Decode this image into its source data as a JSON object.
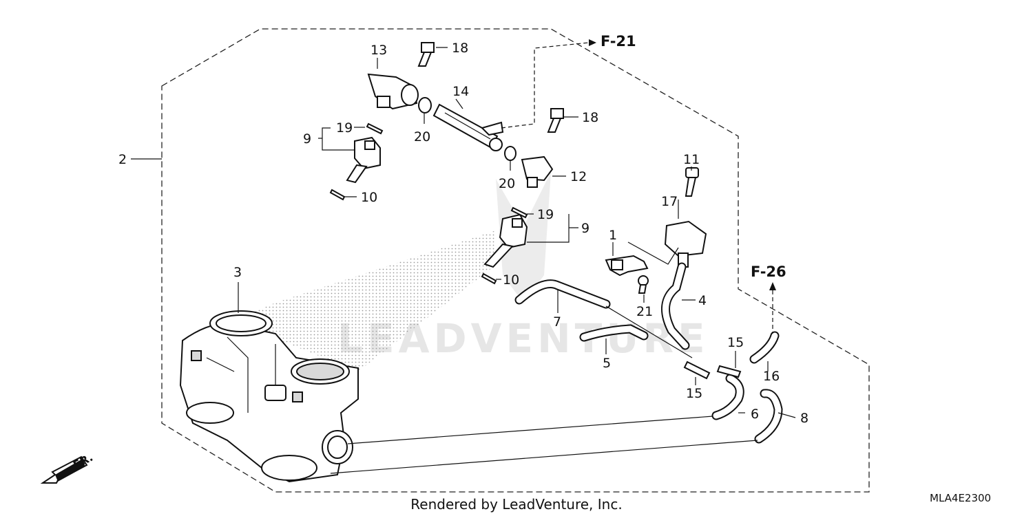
{
  "diagram": {
    "callouts": [
      {
        "id": "c13",
        "label": "13"
      },
      {
        "id": "c18a",
        "label": "18"
      },
      {
        "id": "c14",
        "label": "14"
      },
      {
        "id": "c18b",
        "label": "18"
      },
      {
        "id": "c19a",
        "label": "19"
      },
      {
        "id": "c9a",
        "label": "9"
      },
      {
        "id": "c20a",
        "label": "20"
      },
      {
        "id": "c2",
        "label": "2"
      },
      {
        "id": "c12",
        "label": "12"
      },
      {
        "id": "c20b",
        "label": "20"
      },
      {
        "id": "c10a",
        "label": "10"
      },
      {
        "id": "c11",
        "label": "11"
      },
      {
        "id": "c17",
        "label": "17"
      },
      {
        "id": "c19b",
        "label": "19"
      },
      {
        "id": "c9b",
        "label": "9"
      },
      {
        "id": "c1",
        "label": "1"
      },
      {
        "id": "c3",
        "label": "3"
      },
      {
        "id": "c10b",
        "label": "10"
      },
      {
        "id": "c21",
        "label": "21"
      },
      {
        "id": "c4",
        "label": "4"
      },
      {
        "id": "c7",
        "label": "7"
      },
      {
        "id": "c15a",
        "label": "15"
      },
      {
        "id": "c5",
        "label": "5"
      },
      {
        "id": "c16",
        "label": "16"
      },
      {
        "id": "c15b",
        "label": "15"
      },
      {
        "id": "c6",
        "label": "6"
      },
      {
        "id": "c8",
        "label": "8"
      }
    ],
    "references": {
      "f21": "F-21",
      "f26": "F-26"
    },
    "direction_label": "FR.",
    "footer": "Rendered by LeadVenture, Inc.",
    "diagram_code": "MLA4E2300",
    "watermark": "LEADVENTURE"
  }
}
